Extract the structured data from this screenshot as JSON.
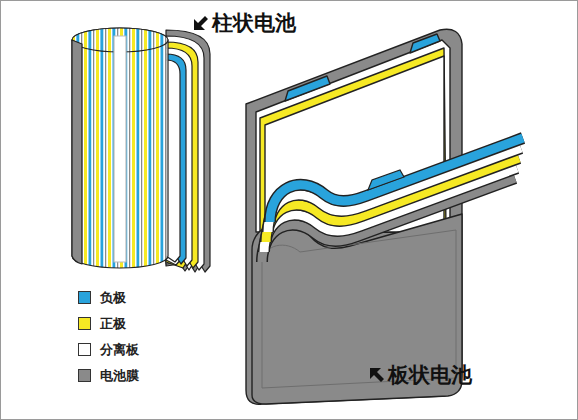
{
  "diagram": {
    "labels": [
      "柱状电池",
      "板状电池"
    ],
    "legend": [
      {
        "text": "负极",
        "color": "#29a3dc"
      },
      {
        "text": "正极",
        "color": "#f6e924"
      },
      {
        "text": "分离板",
        "color": "#ffffff"
      },
      {
        "text": "电池膜",
        "color": "#8a8a8a"
      }
    ]
  }
}
